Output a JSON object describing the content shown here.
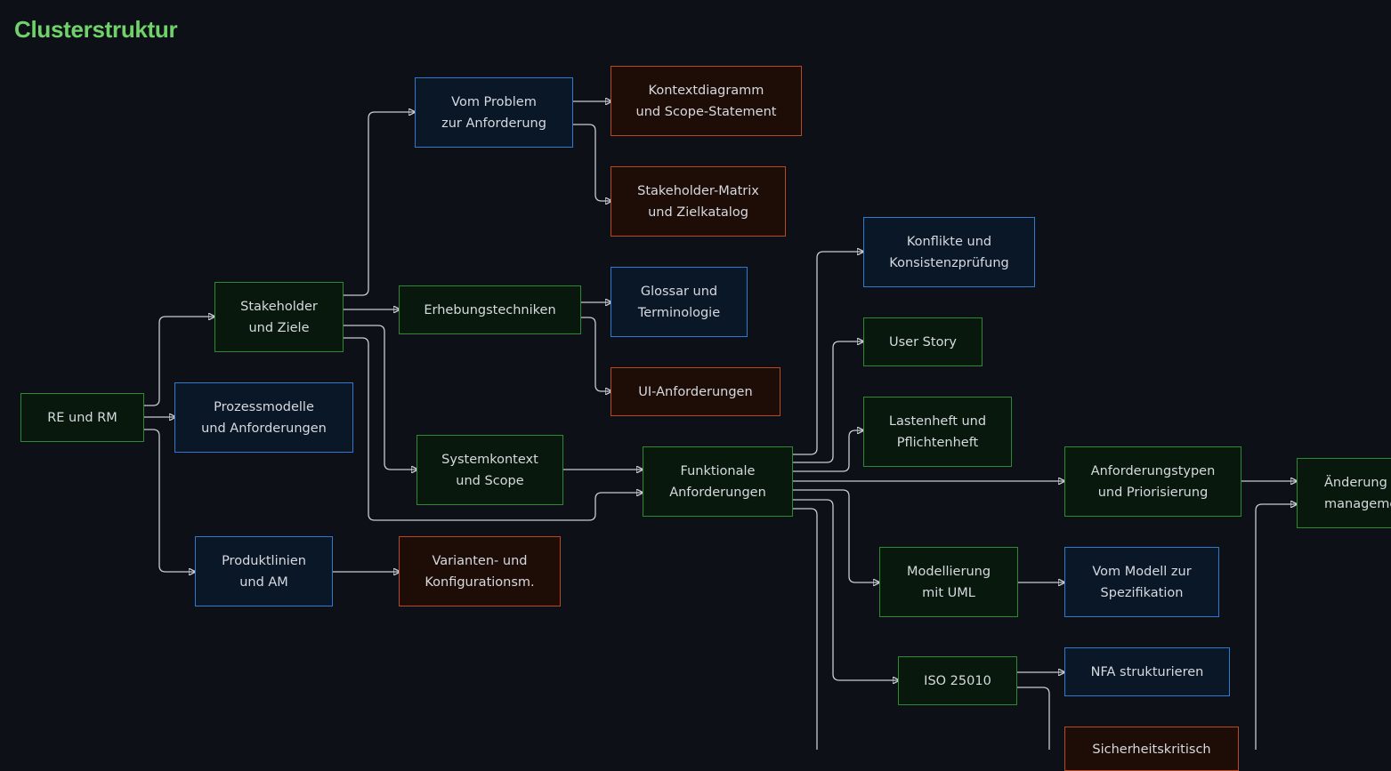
{
  "title": "Clusterstruktur",
  "edge_color": "#c9ccd1",
  "palette": {
    "green": "#2c8a32",
    "blue": "#2f79cf",
    "orange": "#b9491f",
    "title": "#6fd36a"
  },
  "nodes": {
    "re": {
      "text": "RE und RM",
      "kind": "green"
    },
    "stake": {
      "text": "Stakeholder\nund Ziele",
      "kind": "green"
    },
    "prozess": {
      "text": "Prozessmodelle\nund Anforderungen",
      "kind": "blue"
    },
    "produkt": {
      "text": "Produktlinien\nund AM",
      "kind": "blue"
    },
    "vom_problem": {
      "text": "Vom Problem\nzur Anforderung",
      "kind": "blue"
    },
    "erhebung": {
      "text": "Erhebungstechniken",
      "kind": "green"
    },
    "systemkontext": {
      "text": "Systemkontext\nund Scope",
      "kind": "green"
    },
    "varianten": {
      "text": "Varianten- und\nKonfigurationsm.",
      "kind": "orange"
    },
    "kontext": {
      "text": "Kontextdiagramm\nund Scope-Statement",
      "kind": "orange"
    },
    "matrix": {
      "text": "Stakeholder-Matrix\nund Zielkatalog",
      "kind": "orange"
    },
    "glossar": {
      "text": "Glossar und\nTerminologie",
      "kind": "blue"
    },
    "ui": {
      "text": "UI-Anforderungen",
      "kind": "orange"
    },
    "funktionale": {
      "text": "Funktionale\nAnforderungen",
      "kind": "green"
    },
    "konflikte": {
      "text": "Konflikte und\nKonsistenzprüfung",
      "kind": "blue"
    },
    "userstory": {
      "text": "User Story",
      "kind": "green"
    },
    "lastenheft": {
      "text": "Lastenheft und\nPflichtenheft",
      "kind": "green"
    },
    "typen": {
      "text": "Anforderungstypen\nund Priorisierung",
      "kind": "green"
    },
    "aenderung": {
      "text": "Änderung\nmanageme",
      "kind": "green"
    },
    "uml": {
      "text": "Modellierung\nmit UML",
      "kind": "green"
    },
    "vommodell": {
      "text": "Vom Modell zur\nSpezifikation",
      "kind": "blue"
    },
    "iso": {
      "text": "ISO 25010",
      "kind": "green"
    },
    "nfa": {
      "text": "NFA strukturieren",
      "kind": "blue"
    },
    "sicherheit": {
      "text": "Sicherheitskritisch",
      "kind": "orange"
    }
  }
}
